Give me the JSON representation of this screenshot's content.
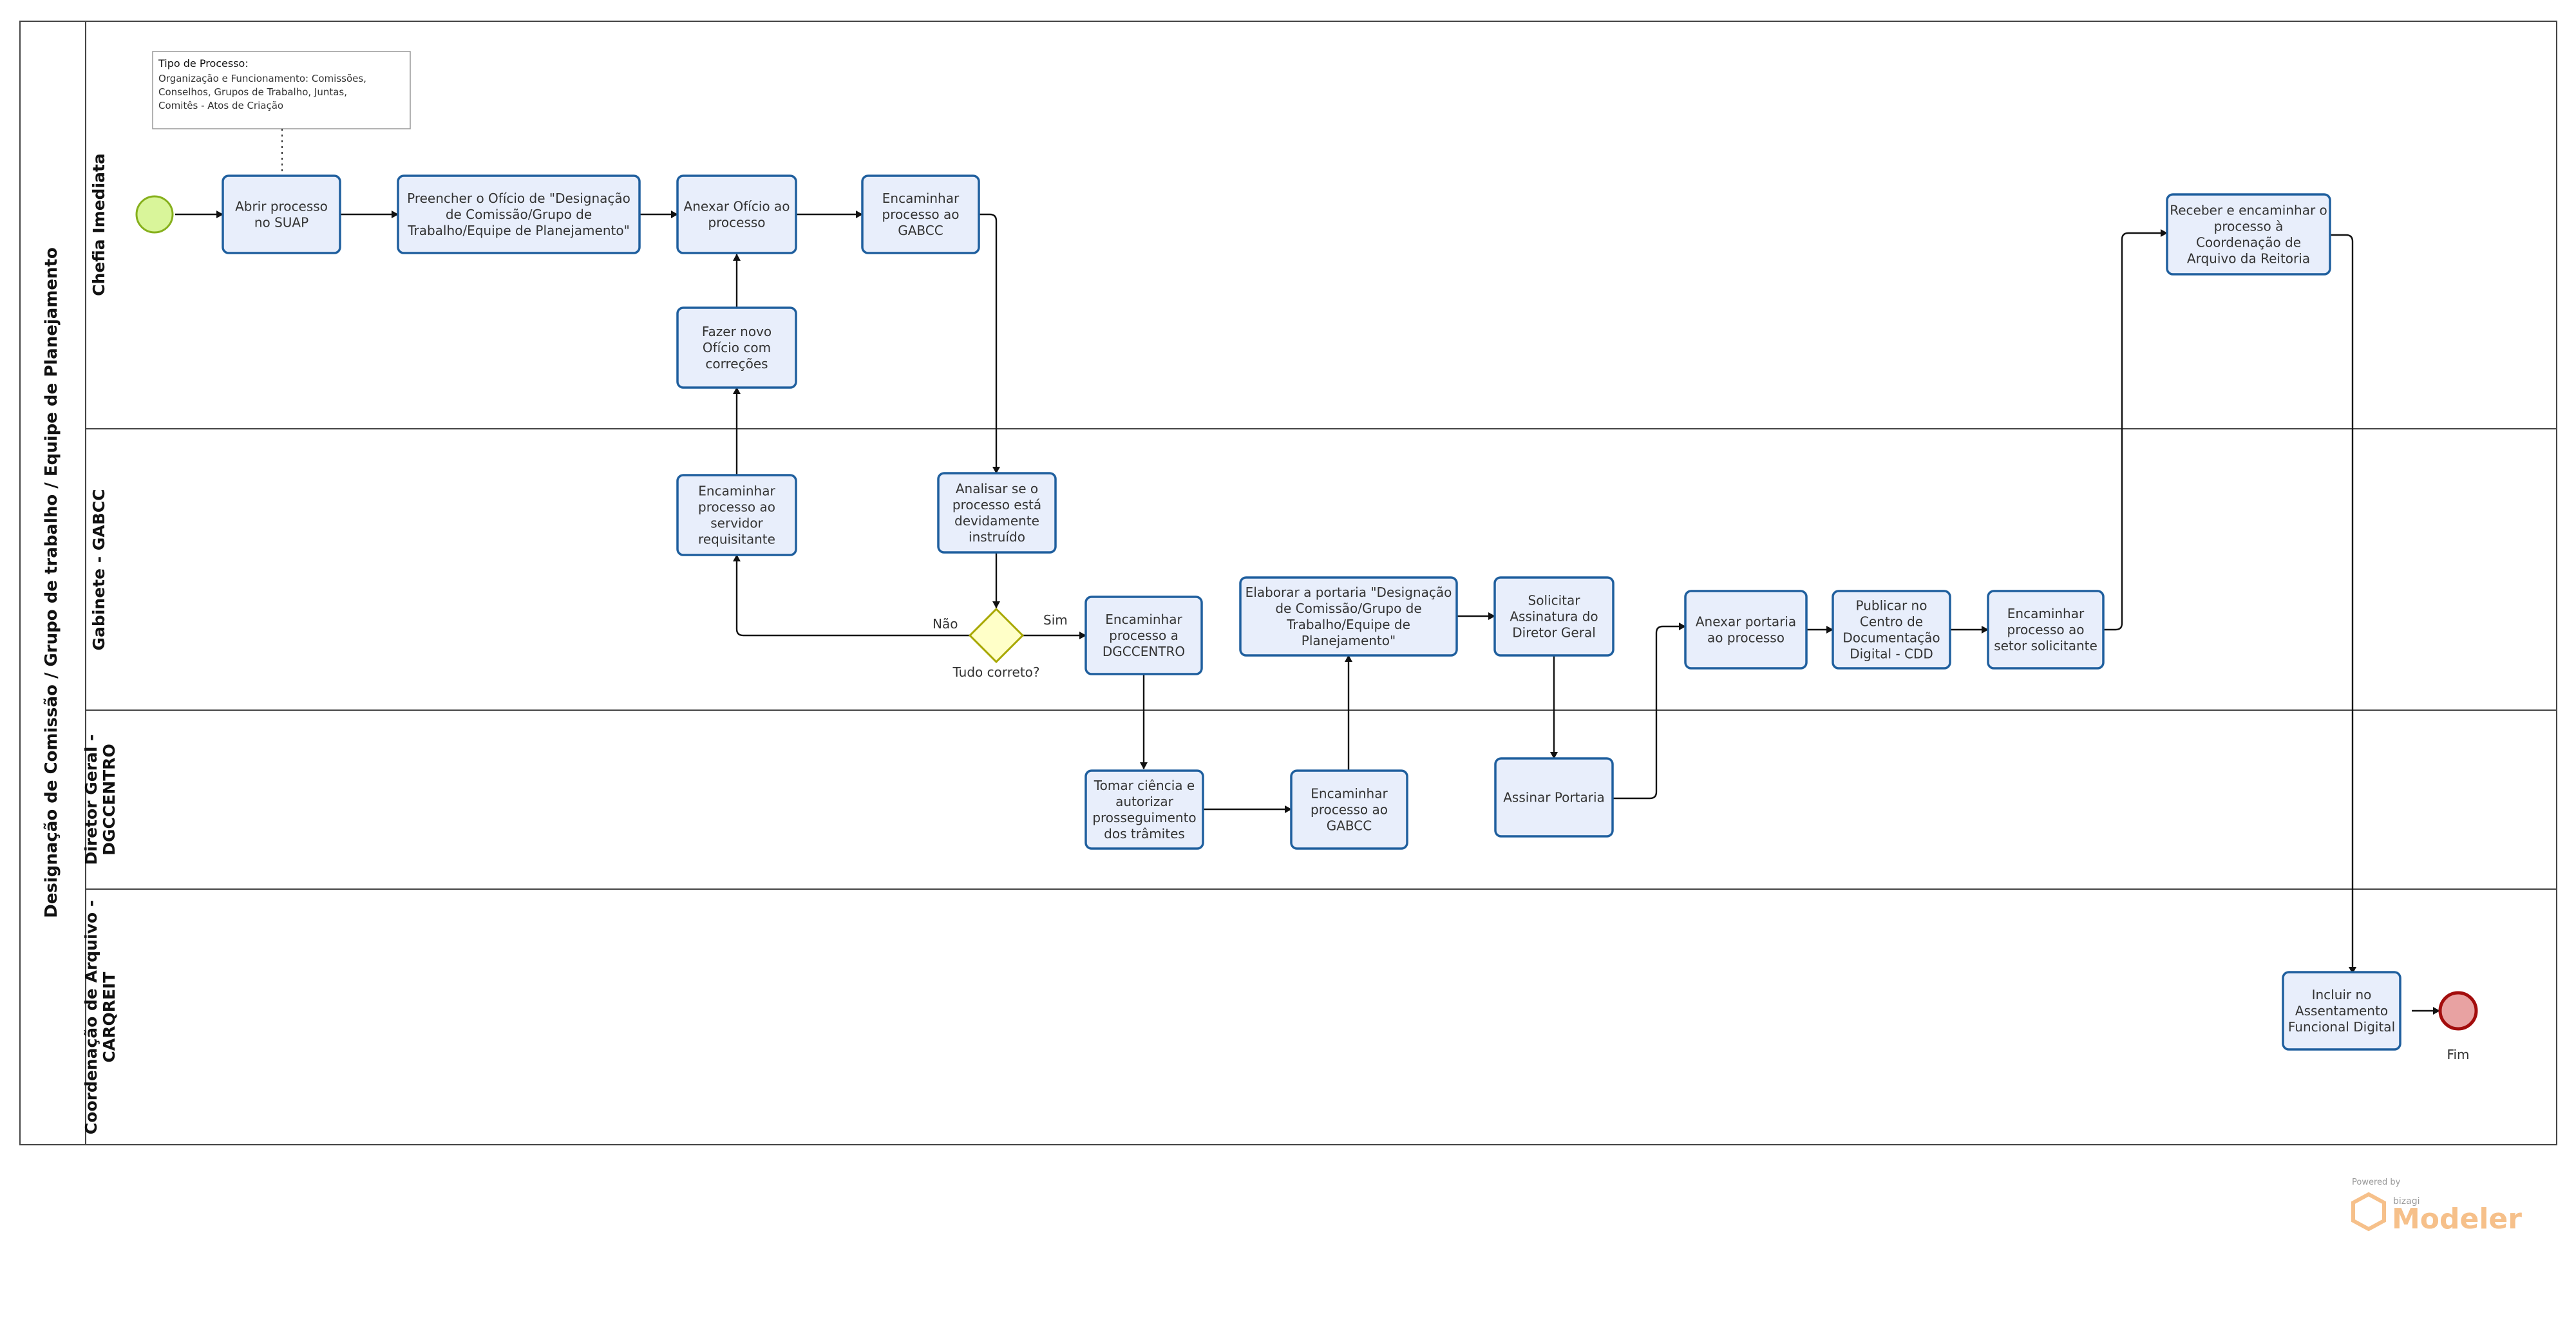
{
  "pool": {
    "title": "Designação de Comissão / Grupo de trabalho / Equipe de Planejamento"
  },
  "lanes": [
    {
      "id": "chefia",
      "label": "Chefia Imediata"
    },
    {
      "id": "gabcc",
      "label": "Gabinete - GABCC"
    },
    {
      "id": "dgc",
      "label": "Diretor Geral - DGCCENTRO",
      "lines": [
        "Diretor Geral -",
        "DGCCENTRO"
      ]
    },
    {
      "id": "carq",
      "label": "Coordenação de Arquivo - CARQREIT",
      "lines": [
        "Coordenação de Arquivo -",
        "CARQREIT"
      ]
    }
  ],
  "annotation": {
    "title": "Tipo de Processo:",
    "lines": [
      "Organização e Funcionamento: Comissões,",
      "Conselhos, Grupos de Trabalho, Juntas,",
      "Comitês - Atos de Criação"
    ]
  },
  "tasks": [
    {
      "id": "t1",
      "lines": [
        "Abrir processo",
        "no SUAP"
      ]
    },
    {
      "id": "t2",
      "lines": [
        "Preencher o Ofício de \"Designação",
        "de Comissão/Grupo de",
        "Trabalho/Equipe de Planejamento\""
      ]
    },
    {
      "id": "t3",
      "lines": [
        "Anexar Ofício ao",
        "processo"
      ]
    },
    {
      "id": "t4",
      "lines": [
        "Encaminhar",
        "processo ao",
        "GABCC"
      ]
    },
    {
      "id": "t5",
      "lines": [
        "Fazer novo",
        "Ofício com",
        "correções"
      ]
    },
    {
      "id": "t6",
      "lines": [
        "Receber e encaminhar o",
        "processo à",
        "Coordenação de",
        "Arquivo da Reitoria"
      ]
    },
    {
      "id": "t7",
      "lines": [
        "Encaminhar",
        "processo ao",
        "servidor",
        "requisitante"
      ]
    },
    {
      "id": "t8",
      "lines": [
        "Analisar se o",
        "processo está",
        "devidamente",
        "instruído"
      ]
    },
    {
      "id": "t9",
      "lines": [
        "Encaminhar",
        "processo a",
        "DGCCENTRO"
      ]
    },
    {
      "id": "t10",
      "lines": [
        "Elaborar a portaria \"Designação",
        "de Comissão/Grupo de",
        "Trabalho/Equipe de",
        "Planejamento\""
      ]
    },
    {
      "id": "t11",
      "lines": [
        "Solicitar",
        "Assinatura do",
        "Diretor Geral"
      ]
    },
    {
      "id": "t12",
      "lines": [
        "Anexar portaria",
        "ao processo"
      ]
    },
    {
      "id": "t13",
      "lines": [
        "Publicar no",
        "Centro de",
        "Documentação",
        "Digital - CDD"
      ]
    },
    {
      "id": "t14",
      "lines": [
        "Encaminhar",
        "processo ao",
        "setor solicitante"
      ]
    },
    {
      "id": "t15",
      "lines": [
        "Tomar ciência e",
        "autorizar",
        "prosseguimento",
        "dos trâmites"
      ]
    },
    {
      "id": "t16",
      "lines": [
        "Encaminhar",
        "processo ao",
        "GABCC"
      ]
    },
    {
      "id": "t17",
      "lines": [
        "Assinar Portaria"
      ]
    },
    {
      "id": "t18",
      "lines": [
        "Incluir no",
        "Assentamento",
        "Funcional Digital"
      ]
    }
  ],
  "gateway": {
    "label": "Tudo correto?",
    "yes": "Sim",
    "no": "Não"
  },
  "end_event": {
    "label": "Fim"
  },
  "branding": {
    "powered": "Powered by",
    "vendor": "bizagi",
    "product": "Modeler"
  },
  "colors": {
    "task_fill": "#e8eefb",
    "task_stroke": "#1f5f9e",
    "start_fill": "#d9f59a",
    "start_stroke": "#86b01c",
    "end_fill": "#e8a2a2",
    "end_stroke": "#a30d0d",
    "gateway_fill": "#ffffc8",
    "gateway_stroke": "#a8a800"
  }
}
